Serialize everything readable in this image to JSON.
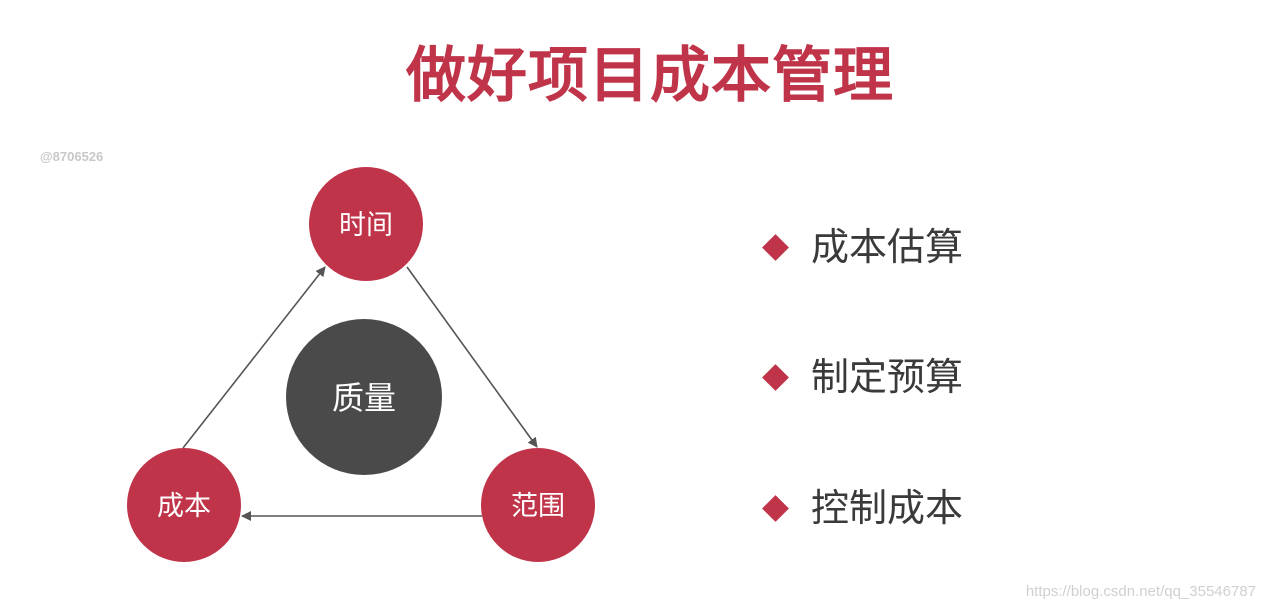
{
  "title": "做好项目成本管理",
  "watermark_top": "@8706526",
  "watermark_bottom": "https://blog.csdn.net/qq_35546787",
  "colors": {
    "accent": "#c0344a",
    "center_node": "#4a4a4a",
    "arrow": "#555555",
    "text": "#3a3a3a"
  },
  "diagram": {
    "nodes": {
      "top": "时间",
      "right": "范围",
      "left": "成本",
      "center": "质量"
    }
  },
  "bullets": [
    "成本估算",
    "制定预算",
    "控制成本"
  ]
}
